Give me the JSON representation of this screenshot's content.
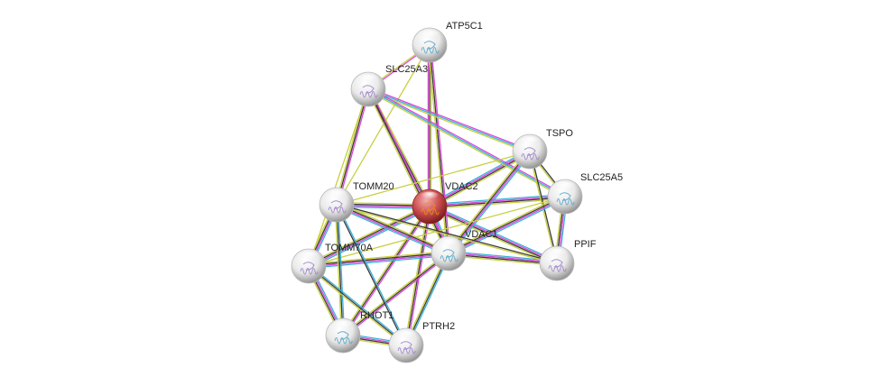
{
  "nodes": [
    {
      "id": "ATP5C1",
      "label": "ATP5C1",
      "query": false
    },
    {
      "id": "SLC25A3",
      "label": "SLC25A3",
      "query": false
    },
    {
      "id": "TSPO",
      "label": "TSPO",
      "query": false
    },
    {
      "id": "SLC25A5",
      "label": "SLC25A5",
      "query": false
    },
    {
      "id": "TOMM20",
      "label": "TOMM20",
      "query": false
    },
    {
      "id": "VDAC2",
      "label": "VDAC2",
      "query": true
    },
    {
      "id": "VDAC1",
      "label": "VDAC1",
      "query": false
    },
    {
      "id": "TOMM70A",
      "label": "TOMM70A",
      "query": false
    },
    {
      "id": "PPIF",
      "label": "PPIF",
      "query": false
    },
    {
      "id": "RHOT1",
      "label": "RHOT1",
      "query": false
    },
    {
      "id": "PTRH2",
      "label": "PTRH2",
      "query": false
    }
  ],
  "edges": [
    {
      "a": "VDAC2",
      "b": "ATP5C1",
      "colors": [
        "#d946d9",
        "#3a3a3a",
        "#c8d040"
      ]
    },
    {
      "a": "VDAC2",
      "b": "SLC25A3",
      "colors": [
        "#d946d9",
        "#3a3a3a",
        "#c8d040"
      ]
    },
    {
      "a": "VDAC2",
      "b": "TSPO",
      "colors": [
        "#38b2d8",
        "#d946d9",
        "#3a3a3a",
        "#c8d040"
      ]
    },
    {
      "a": "VDAC2",
      "b": "SLC25A5",
      "colors": [
        "#38b2d8",
        "#d946d9",
        "#3a3a3a",
        "#c8d040"
      ]
    },
    {
      "a": "VDAC2",
      "b": "TOMM20",
      "colors": [
        "#38b2d8",
        "#d946d9",
        "#3a3a3a",
        "#c8d040"
      ]
    },
    {
      "a": "VDAC2",
      "b": "VDAC1",
      "colors": [
        "#38b2d8",
        "#d946d9",
        "#3a3a3a",
        "#c8d040"
      ]
    },
    {
      "a": "VDAC2",
      "b": "TOMM70A",
      "colors": [
        "#38b2d8",
        "#d946d9",
        "#3a3a3a",
        "#c8d040"
      ]
    },
    {
      "a": "VDAC2",
      "b": "PPIF",
      "colors": [
        "#38b2d8",
        "#d946d9",
        "#3a3a3a",
        "#c8d040"
      ]
    },
    {
      "a": "VDAC2",
      "b": "RHOT1",
      "colors": [
        "#d946d9",
        "#3a3a3a",
        "#c8d040"
      ]
    },
    {
      "a": "VDAC2",
      "b": "PTRH2",
      "colors": [
        "#d946d9",
        "#3a3a3a",
        "#c8d040"
      ]
    },
    {
      "a": "ATP5C1",
      "b": "SLC25A3",
      "colors": [
        "#d946d9",
        "#c8d040"
      ]
    },
    {
      "a": "ATP5C1",
      "b": "TOMM20",
      "colors": [
        "#c8d040"
      ]
    },
    {
      "a": "ATP5C1",
      "b": "VDAC1",
      "colors": [
        "#d946d9",
        "#3a3a3a",
        "#c8d040"
      ]
    },
    {
      "a": "SLC25A3",
      "b": "TOMM20",
      "colors": [
        "#d946d9",
        "#3a3a3a",
        "#c8d040"
      ]
    },
    {
      "a": "SLC25A3",
      "b": "VDAC1",
      "colors": [
        "#d946d9",
        "#3a3a3a",
        "#c8d040"
      ]
    },
    {
      "a": "SLC25A3",
      "b": "TOMM70A",
      "colors": [
        "#c8d040"
      ]
    },
    {
      "a": "SLC25A3",
      "b": "TSPO",
      "colors": [
        "#d946d9",
        "#38b2d8",
        "#c8d040"
      ]
    },
    {
      "a": "SLC25A3",
      "b": "SLC25A5",
      "colors": [
        "#d946d9",
        "#38b2d8",
        "#c8d040"
      ]
    },
    {
      "a": "TSPO",
      "b": "SLC25A5",
      "colors": [
        "#3a3a3a",
        "#c8d040"
      ]
    },
    {
      "a": "TSPO",
      "b": "VDAC1",
      "colors": [
        "#38b2d8",
        "#d946d9",
        "#3a3a3a",
        "#c8d040"
      ]
    },
    {
      "a": "TSPO",
      "b": "PPIF",
      "colors": [
        "#3a3a3a",
        "#c8d040"
      ]
    },
    {
      "a": "TSPO",
      "b": "TOMM20",
      "colors": [
        "#c8d040"
      ]
    },
    {
      "a": "SLC25A5",
      "b": "VDAC1",
      "colors": [
        "#38b2d8",
        "#d946d9",
        "#3a3a3a",
        "#c8d040"
      ]
    },
    {
      "a": "SLC25A5",
      "b": "PPIF",
      "colors": [
        "#38b2d8",
        "#d946d9",
        "#3a3a3a",
        "#c8d040"
      ]
    },
    {
      "a": "SLC25A5",
      "b": "TOMM70A",
      "colors": [
        "#c8d040"
      ]
    },
    {
      "a": "VDAC1",
      "b": "PPIF",
      "colors": [
        "#38b2d8",
        "#d946d9",
        "#3a3a3a",
        "#c8d040"
      ]
    },
    {
      "a": "VDAC1",
      "b": "TOMM20",
      "colors": [
        "#38b2d8",
        "#d946d9",
        "#3a3a3a",
        "#c8d040"
      ]
    },
    {
      "a": "VDAC1",
      "b": "TOMM70A",
      "colors": [
        "#38b2d8",
        "#d946d9",
        "#3a3a3a",
        "#c8d040"
      ]
    },
    {
      "a": "VDAC1",
      "b": "RHOT1",
      "colors": [
        "#d946d9",
        "#3a3a3a",
        "#c8d040"
      ]
    },
    {
      "a": "VDAC1",
      "b": "PTRH2",
      "colors": [
        "#38b2d8",
        "#3a3a3a",
        "#c8d040"
      ]
    },
    {
      "a": "TOMM20",
      "b": "TOMM70A",
      "colors": [
        "#38b2d8",
        "#d946d9",
        "#3a3a3a",
        "#c8d040"
      ]
    },
    {
      "a": "TOMM20",
      "b": "RHOT1",
      "colors": [
        "#38b2d8",
        "#3a3a3a",
        "#c8d040"
      ]
    },
    {
      "a": "TOMM20",
      "b": "PTRH2",
      "colors": [
        "#38b2d8",
        "#3a3a3a"
      ]
    },
    {
      "a": "TOMM20",
      "b": "PPIF",
      "colors": [
        "#3a3a3a",
        "#c8d040"
      ]
    },
    {
      "a": "TOMM70A",
      "b": "RHOT1",
      "colors": [
        "#38b2d8",
        "#d946d9",
        "#3a3a3a",
        "#c8d040"
      ]
    },
    {
      "a": "TOMM70A",
      "b": "PTRH2",
      "colors": [
        "#38b2d8",
        "#3a3a3a",
        "#c8d040"
      ]
    },
    {
      "a": "RHOT1",
      "b": "PTRH2",
      "colors": [
        "#38b2d8",
        "#d946d9",
        "#3a3a3a",
        "#c8d040"
      ]
    }
  ],
  "colors": {
    "query_node": "#c83a3a",
    "node": "#f2f2f2",
    "node_shading": "#9a9a9a",
    "label": "#222222"
  }
}
